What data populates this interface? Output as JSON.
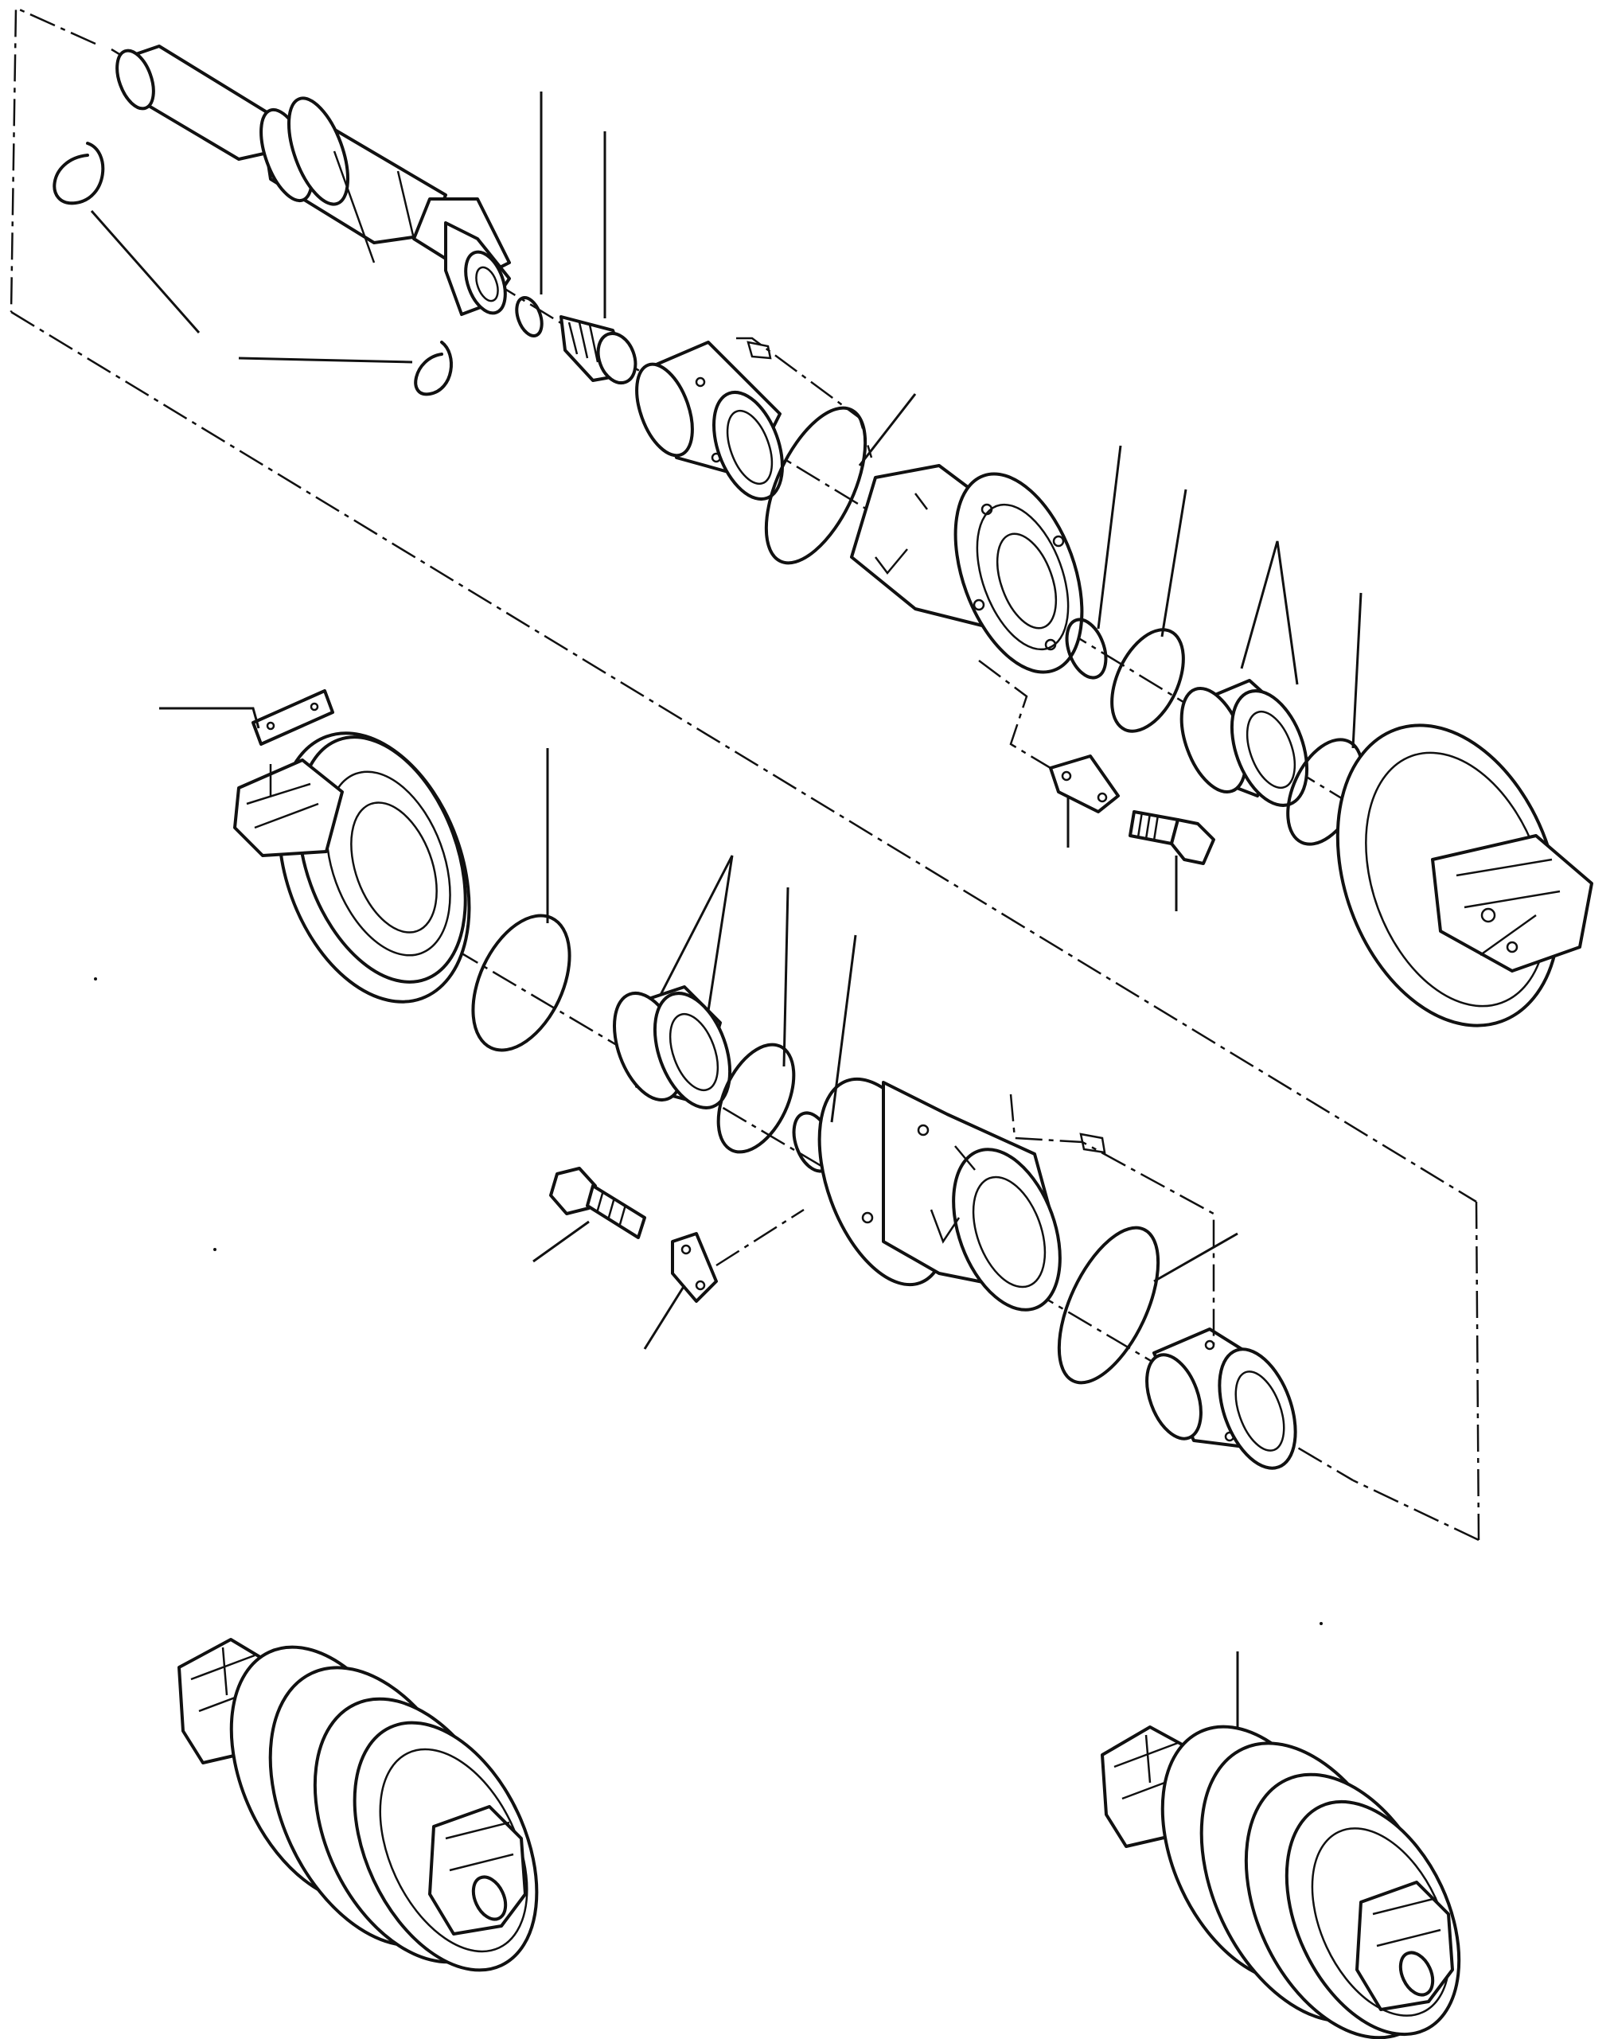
{
  "figure": {
    "background": "#ffffff",
    "ink": "#111111",
    "parts": [
      {
        "id": "shaft"
      },
      {
        "id": "snap-ring-left"
      },
      {
        "id": "snap-ring-lower"
      },
      {
        "id": "small-o-ring-1"
      },
      {
        "id": "plug"
      },
      {
        "id": "bushing-upper"
      },
      {
        "id": "large-o-ring-upper"
      },
      {
        "id": "collar-upper"
      },
      {
        "id": "o-ring-a"
      },
      {
        "id": "seal-ring-a"
      },
      {
        "id": "floating-seal-upper"
      },
      {
        "id": "seal-ring-b"
      },
      {
        "id": "lock-plate-upper"
      },
      {
        "id": "bolt-upper"
      },
      {
        "id": "roller-shell-right"
      },
      {
        "id": "plate-label"
      },
      {
        "id": "roller-shell-left"
      },
      {
        "id": "seal-ring-c"
      },
      {
        "id": "floating-seal-lower"
      },
      {
        "id": "seal-ring-d"
      },
      {
        "id": "o-ring-b"
      },
      {
        "id": "collar-lower"
      },
      {
        "id": "bolt-lower"
      },
      {
        "id": "lock-plate-lower"
      },
      {
        "id": "large-o-ring-lower"
      },
      {
        "id": "bushing-lower"
      },
      {
        "id": "assembled-roller-left"
      },
      {
        "id": "assembled-roller-right"
      }
    ]
  }
}
